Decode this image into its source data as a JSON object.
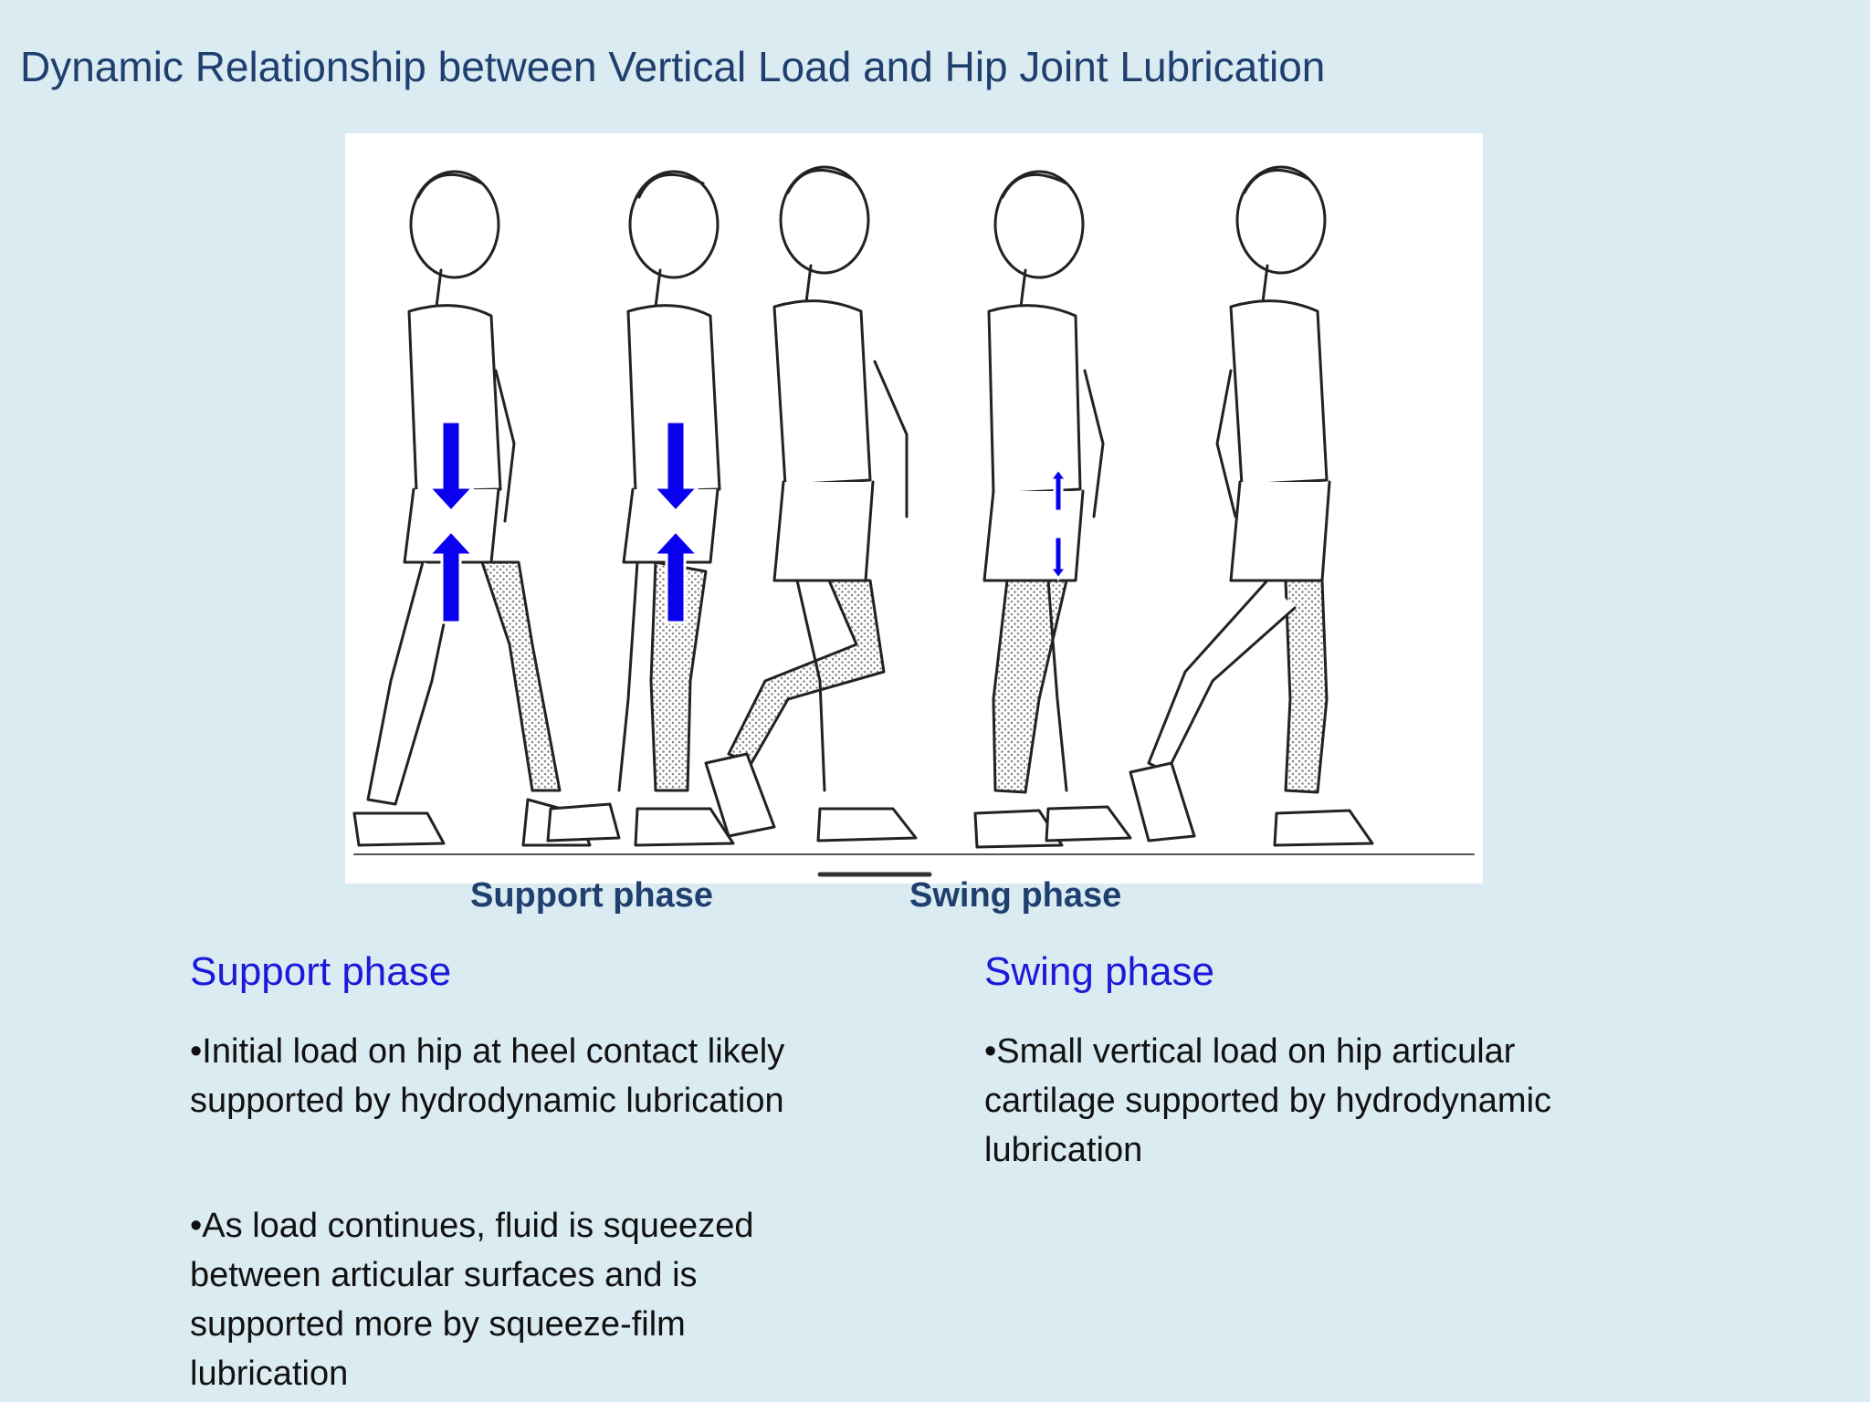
{
  "title": "Dynamic Relationship between Vertical Load and Hip Joint Lubrication",
  "figure": {
    "captions": {
      "support": "Support phase",
      "swing": "Swing phase"
    },
    "arrow_color": "#0a00f0",
    "figure_count": 5
  },
  "columns": {
    "support": {
      "heading": "Support phase",
      "bullets": [
        "•Initial load on hip at heel contact likely supported by hydrodynamic lubrication",
        "•As load continues, fluid is squeezed between articular surfaces and is supported more by squeeze-film lubrication"
      ]
    },
    "swing": {
      "heading": "Swing phase",
      "bullets": [
        "•Small vertical load on hip articular cartilage supported by  hydrodynamic lubrication"
      ]
    }
  },
  "colors": {
    "background": "#daebf2",
    "title": "#1f3f6e",
    "heading": "#1a1ad8",
    "body_text": "#111111"
  }
}
